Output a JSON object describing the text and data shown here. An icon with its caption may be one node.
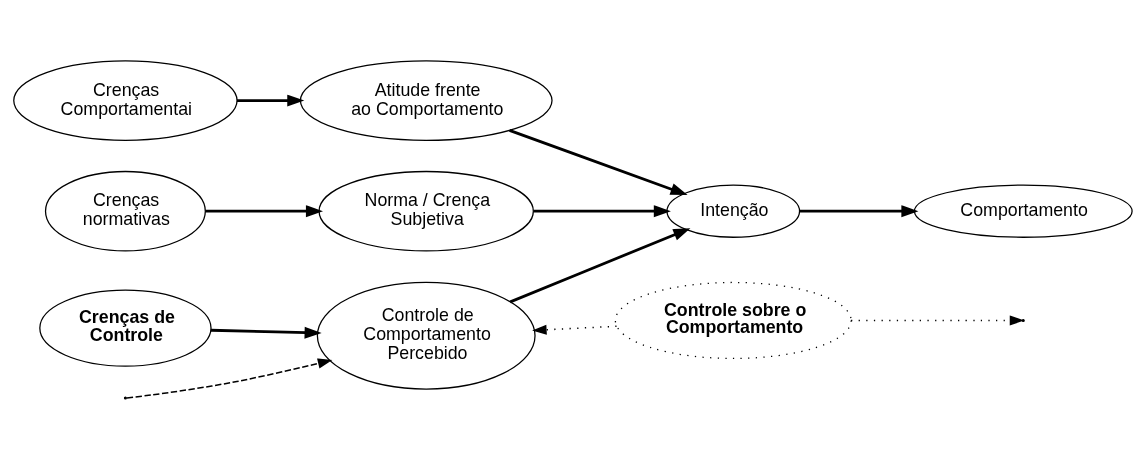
{
  "diagram": {
    "nodes": [
      {
        "text": [
          "Crenças Comportamentai"
        ]
      },
      {
        "text": [
          "Atitude frente ao Comportamento"
        ]
      },
      {
        "text": [
          "Crenças normativas"
        ]
      },
      {
        "text": [
          "Norma / Crença Subjetiva"
        ]
      },
      {
        "text": [
          "Crenças de Controle"
        ]
      },
      {
        "text": [
          "Controle de Comportamento Percebido"
        ]
      },
      {
        "text": [
          "Intenção"
        ]
      },
      {
        "text": [
          "Comportamento"
        ]
      },
      {
        "text": [
          "Controle sobre o Comportamento"
        ]
      }
    ],
    "edges": [
      {
        "from": 0,
        "to": 1,
        "arrow": "to"
      },
      {
        "from": 2,
        "to": 3,
        "arrow": "to"
      },
      {
        "from": 4,
        "to": 5,
        "arrow": "to"
      },
      {
        "from": 1,
        "to": 6,
        "arrow": "to"
      },
      {
        "from": 3,
        "to": 6,
        "arrow": "to"
      },
      {
        "from": 5,
        "to": 6,
        "arrow": "to"
      },
      {
        "from": 6,
        "to": 7,
        "arrow": "to"
      },
      {
        "from": 8,
        "to": null,
        "arrow": "to",
        "style": "dashed"
      },
      {
        "from": null,
        "to": 5,
        "arrow": "to",
        "style": "dashed"
      },
      {
        "from": 8,
        "to": 5,
        "arrow": "to",
        "style": "dashed"
      }
    ]
  }
}
